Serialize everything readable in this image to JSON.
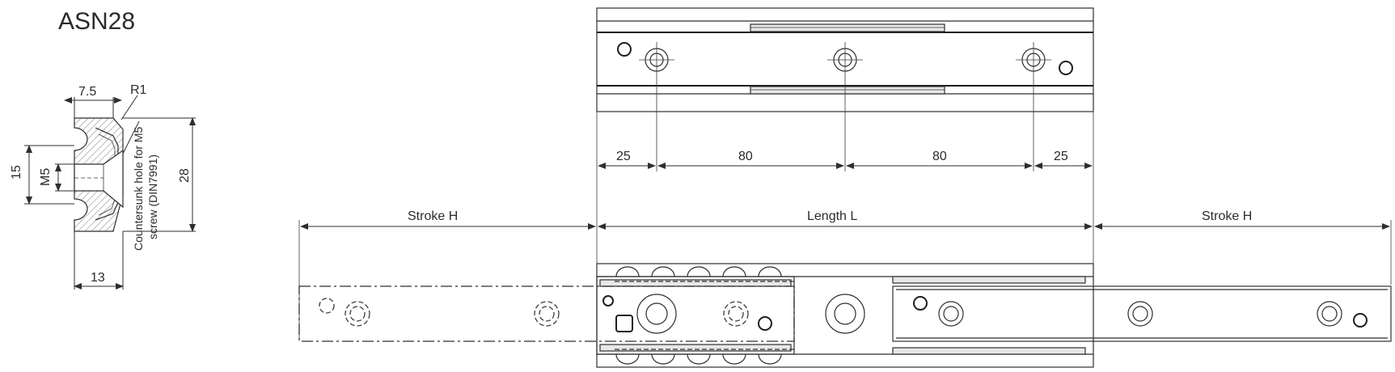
{
  "title": "ASN28",
  "section": {
    "dim_top": "7.5",
    "dim_radius": "R1",
    "dim_left": "15",
    "dim_thread": "M5",
    "dim_height": "28",
    "dim_bottom": "13",
    "note_line1": "Countersunk hole for M5",
    "note_line2": "screw (DIN7991)"
  },
  "top_view": {
    "dims": [
      "25",
      "80",
      "80",
      "25"
    ]
  },
  "overall": {
    "stroke_left": "Stroke  H",
    "length": "Length  L",
    "stroke_right": "Stroke  H"
  }
}
